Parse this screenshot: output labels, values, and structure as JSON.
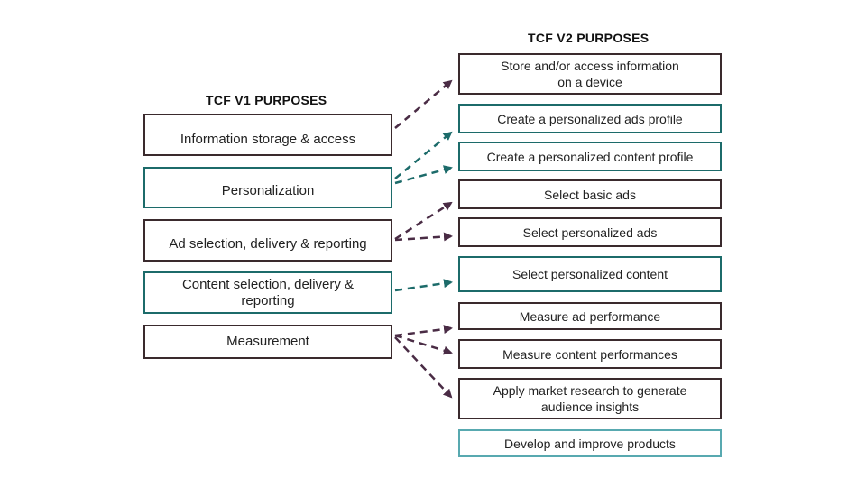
{
  "v1": {
    "heading": "TCF V1 PURPOSES",
    "items": [
      "Information storage & access",
      "Personalization",
      "Ad selection, delivery & reporting",
      "Content selection, delivery & reporting",
      "Measurement"
    ]
  },
  "v2": {
    "heading": "TCF V2 PURPOSES",
    "items": [
      "Store and/or access information on a device",
      "Create a personalized ads profile",
      "Create a personalized content profile",
      "Select basic ads",
      "Select personalized ads",
      "Select personalized content",
      "Measure ad performance",
      "Measure content performances",
      "Apply market research to generate audience insights",
      "Develop and improve products"
    ]
  },
  "colors": {
    "dark": "#3a2a2d",
    "teal": "#1c6b6a",
    "light_teal": "#58a9b0",
    "purple_arrow": "#4a2c45",
    "teal_arrow": "#1c6b6a"
  }
}
